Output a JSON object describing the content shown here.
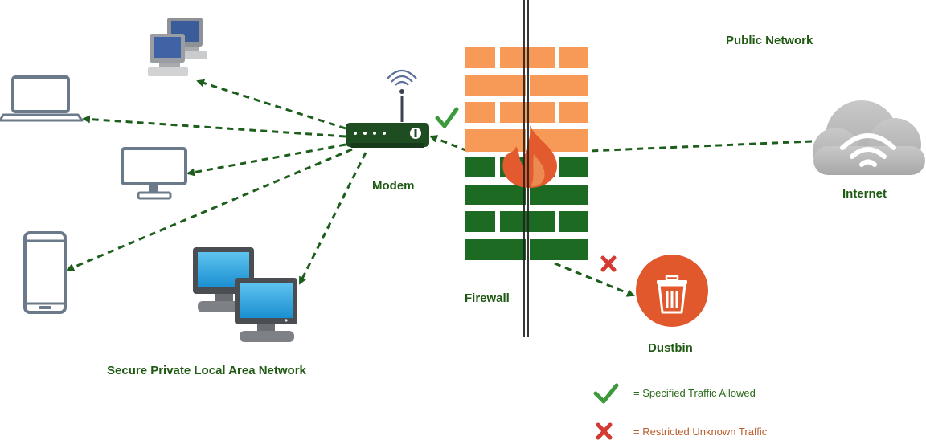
{
  "labels": {
    "public_network": "Public Network",
    "modem": "Modem",
    "internet": "Internet",
    "firewall": "Firewall",
    "dustbin": "Dustbin",
    "lan": "Secure Private Local Area Network"
  },
  "legend": {
    "allowed": "= Specified Traffic Allowed",
    "restricted": "= Restricted Unknown Traffic"
  },
  "colors": {
    "label_green": "#1e5a12",
    "arrow_green": "#1d5e1d",
    "brick_orange": "#f79a58",
    "brick_green": "#1d6b22",
    "check_green": "#3c9a3c",
    "cross_red": "#d33a32",
    "dustbin_orange": "#e2582d",
    "restricted_text": "#b85c2a",
    "allowed_text": "#2a6a1a"
  },
  "icons": [
    "desktop-pair-icon",
    "laptop-icon",
    "monitor-icon",
    "phone-icon",
    "desktop-workstations-icon",
    "modem-icon",
    "firewall-icon",
    "flame-icon",
    "cloud-wifi-icon",
    "trash-icon",
    "check-icon",
    "cross-icon"
  ]
}
